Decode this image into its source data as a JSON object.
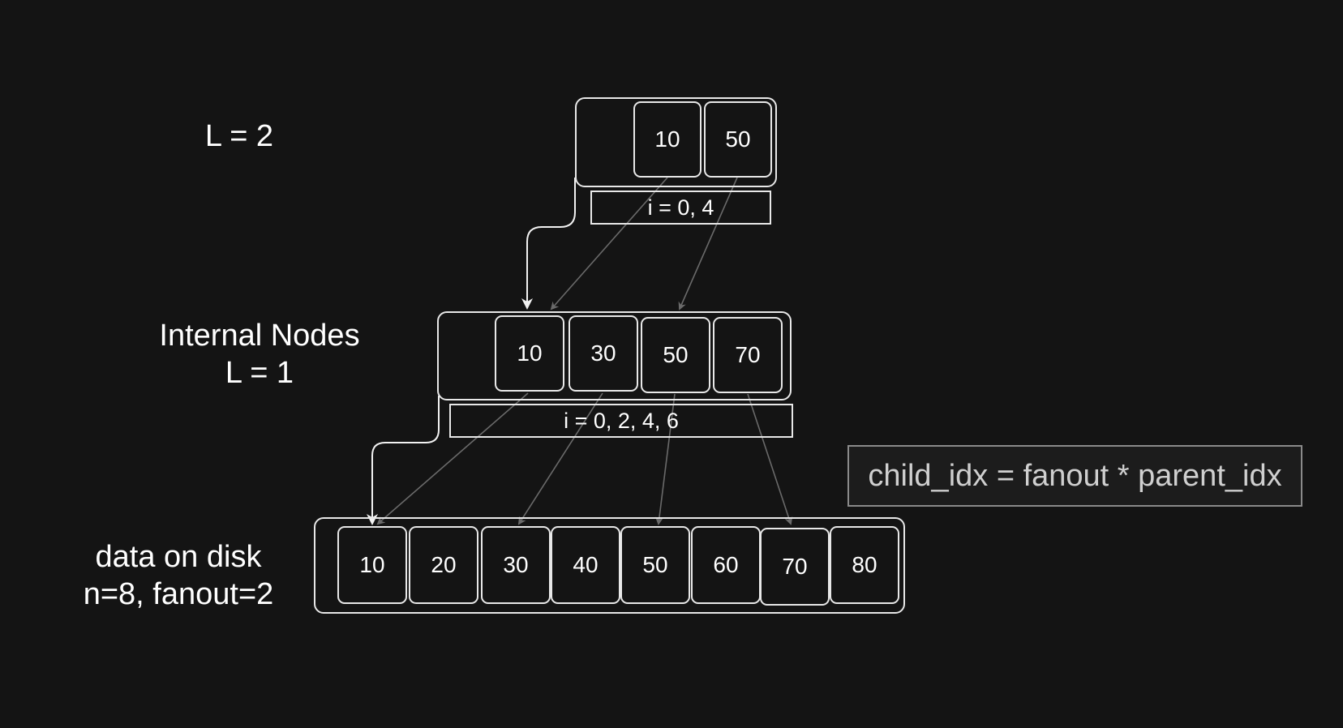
{
  "levels": {
    "top": {
      "label": "L = 2"
    },
    "internal": {
      "label_line1": "Internal Nodes",
      "label_line2": "L = 1"
    },
    "data": {
      "label_line1": "data on disk",
      "label_line2": "n=8, fanout=2"
    }
  },
  "nodes": {
    "root": {
      "keys": [
        "10",
        "50"
      ],
      "index_label": "i = 0, 4"
    },
    "internal": {
      "keys": [
        "10",
        "30",
        "50",
        "70"
      ],
      "index_label": "i = 0, 2, 4, 6"
    },
    "leaf": {
      "keys": [
        "10",
        "20",
        "30",
        "40",
        "50",
        "60",
        "70",
        "80"
      ]
    }
  },
  "formula": "child_idx = fanout * parent_idx",
  "colors": {
    "background": "#141414",
    "stroke": "#e8e8e8",
    "dim_arrow": "#6a6a6a",
    "formula_text": "#cfcfcf",
    "formula_border": "#8a8a8a"
  },
  "icons": {
    "pointer_arrow": "arrow-down-icon",
    "child_arrow": "arrow-down-icon"
  }
}
